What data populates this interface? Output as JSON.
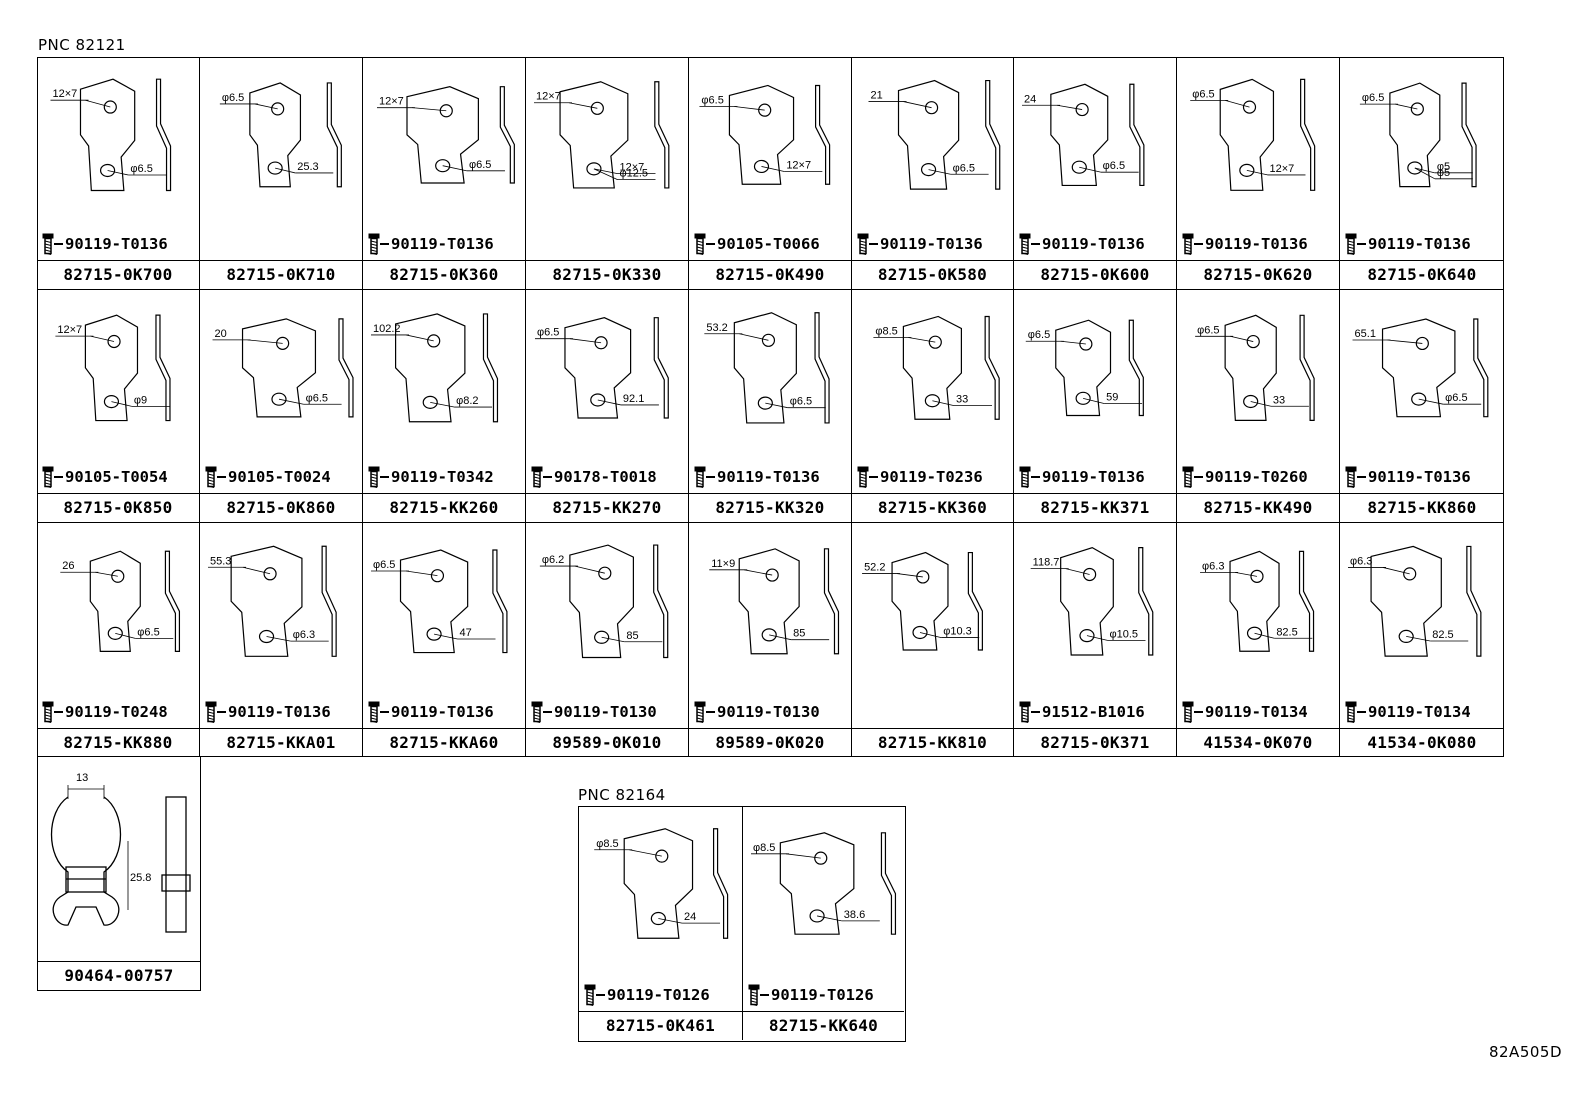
{
  "pnc_main": "PNC 82121",
  "pnc_secondary": "PNC 82164",
  "diagram_id": "82A505D",
  "rows": [
    [
      {
        "part": "82715-0K700",
        "bolt": "90119-T0136",
        "dims": [
          "12×7",
          "φ6.5"
        ]
      },
      {
        "part": "82715-0K710",
        "bolt": "",
        "dims": [
          "φ6.5",
          "25.3"
        ]
      },
      {
        "part": "82715-0K360",
        "bolt": "90119-T0136",
        "dims": [
          "12×7",
          "φ6.5"
        ]
      },
      {
        "part": "82715-0K330",
        "bolt": "",
        "dims": [
          "12×7",
          "12×7",
          "φ12.5"
        ]
      },
      {
        "part": "82715-0K490",
        "bolt": "90105-T0066",
        "dims": [
          "φ6.5",
          "12×7"
        ]
      },
      {
        "part": "82715-0K580",
        "bolt": "90119-T0136",
        "dims": [
          "21",
          "φ6.5"
        ]
      },
      {
        "part": "82715-0K600",
        "bolt": "90119-T0136",
        "dims": [
          "24",
          "φ6.5"
        ]
      },
      {
        "part": "82715-0K620",
        "bolt": "90119-T0136",
        "dims": [
          "φ6.5",
          "12×7"
        ]
      },
      {
        "part": "82715-0K640",
        "bolt": "90119-T0136",
        "dims": [
          "φ6.5",
          "φ5",
          "φ5"
        ]
      }
    ],
    [
      {
        "part": "82715-0K850",
        "bolt": "90105-T0054",
        "dims": [
          "12×7",
          "φ9"
        ]
      },
      {
        "part": "82715-0K860",
        "bolt": "90105-T0024",
        "dims": [
          "20",
          "φ6.5"
        ]
      },
      {
        "part": "82715-KK260",
        "bolt": "90119-T0342",
        "dims": [
          "102.2",
          "φ8.2"
        ]
      },
      {
        "part": "82715-KK270",
        "bolt": "90178-T0018",
        "dims": [
          "φ6.5",
          "92.1"
        ]
      },
      {
        "part": "82715-KK320",
        "bolt": "90119-T0136",
        "dims": [
          "53.2",
          "φ6.5"
        ]
      },
      {
        "part": "82715-KK360",
        "bolt": "90119-T0236",
        "dims": [
          "φ8.5",
          "33"
        ]
      },
      {
        "part": "82715-KK371",
        "bolt": "90119-T0136",
        "dims": [
          "φ6.5",
          "59"
        ]
      },
      {
        "part": "82715-KK490",
        "bolt": "90119-T0260",
        "dims": [
          "φ6.5",
          "33"
        ]
      },
      {
        "part": "82715-KK860",
        "bolt": "90119-T0136",
        "dims": [
          "65.1",
          "φ6.5"
        ]
      }
    ],
    [
      {
        "part": "82715-KK880",
        "bolt": "90119-T0248",
        "dims": [
          "26",
          "φ6.5"
        ]
      },
      {
        "part": "82715-KKA01",
        "bolt": "90119-T0136",
        "dims": [
          "55.3",
          "φ6.3"
        ]
      },
      {
        "part": "82715-KKA60",
        "bolt": "90119-T0136",
        "dims": [
          "φ6.5",
          "47"
        ]
      },
      {
        "part": "89589-0K010",
        "bolt": "90119-T0130",
        "dims": [
          "φ6.2",
          "85"
        ]
      },
      {
        "part": "89589-0K020",
        "bolt": "90119-T0130",
        "dims": [
          "11×9",
          "85"
        ]
      },
      {
        "part": "82715-KK810",
        "bolt": "",
        "dims": [
          "52.2",
          "φ10.3"
        ]
      },
      {
        "part": "82715-0K371",
        "bolt": "91512-B1016",
        "dims": [
          "118.7",
          "φ10.5"
        ]
      },
      {
        "part": "41534-0K070",
        "bolt": "90119-T0134",
        "dims": [
          "φ6.3",
          "82.5"
        ]
      },
      {
        "part": "41534-0K080",
        "bolt": "90119-T0134",
        "dims": [
          "φ6.3",
          "82.5"
        ]
      }
    ]
  ],
  "clip": {
    "part": "90464-00757",
    "dims": [
      "13",
      "25.8"
    ]
  },
  "pnc2_items": [
    {
      "part": "82715-0K461",
      "bolt": "90119-T0126",
      "dims": [
        "φ8.5",
        "24"
      ]
    },
    {
      "part": "82715-KK640",
      "bolt": "90119-T0126",
      "dims": [
        "φ8.5",
        "38.6"
      ]
    }
  ]
}
